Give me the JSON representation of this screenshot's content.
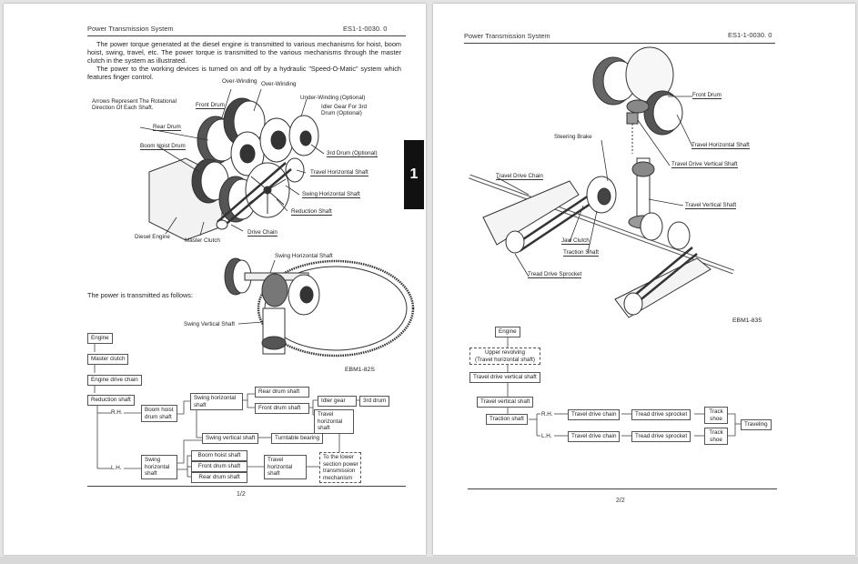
{
  "page1": {
    "header_title": "Power Transmission System",
    "doc_code": "ES1-1-0030. 0",
    "paragraph1": "The power torque generated at the diesel engine is transmitted to various mechanisms for hoist, boom hoist, swing, travel, etc. The power torque is transmitted to the various mechanisms through the master clutch in the system as illustrated.",
    "paragraph2": "The power to the working devices is turned on and off by a hydraulic \"Speed-O-Matic\" system which features finger control.",
    "section_tab": "1",
    "illustration1_labels": {
      "over_winding_1": "Over-Winding",
      "over_winding_2": "Over-Winding",
      "arrows_note_1": "Arrows Represent The Rotational",
      "arrows_note_2": "Direction Of Each Shaft.",
      "front_drum": "Front Drum",
      "under_winding": "Under-Winding (Optional)",
      "idler_gear_1": "Idler Gear For 3rd",
      "idler_gear_2": "Drum (Optional)",
      "rear_drum": "Rear Drum",
      "boom_hoist_drum": "Boom Hoist Drum",
      "third_drum": "3rd Drum (Optional)",
      "travel_horizontal_shaft": "Travel Horizontal Shaft",
      "swing_horizontal_shaft": "Swing Horizontal Shaft",
      "reduction_shaft": "Reduction Shaft",
      "drive_chain": "Drive Chain",
      "diesel_engine": "Diesel Engine",
      "master_clutch": "Master Clutch"
    },
    "illustration2_labels": {
      "swing_horizontal_shaft": "Swing Horizontal Shaft",
      "swing_vertical_shaft": "Swing Vertical Shaft"
    },
    "figure_code": "EBM1-82S",
    "transmitted_text": "The power is transmitted as follows:",
    "flow": {
      "engine": "Engine",
      "master_clutch": "Master clutch",
      "engine_drive_chain": "Engine drive chain",
      "reduction_shaft": "Reduction shaft",
      "rh": "R.H.",
      "lh": "L.H.",
      "boom_hoist_drum_shaft_1": "Boom hoist",
      "boom_hoist_drum_shaft_2": "drum shaft",
      "swing_horizontal_shaft_1": "Swing horizontal",
      "swing_horizontal_shaft_2": "shaft",
      "rear_drum_shaft": "Rear drum shaft",
      "front_drum_shaft": "Front drum shaft",
      "idler_gear": "Idler gear",
      "third_drum": "3rd drum",
      "travel_horizontal_shaft_1": "Travel",
      "travel_horizontal_shaft_2": "horizontal",
      "travel_horizontal_shaft_3": "shaft",
      "swing_vertical_shaft": "Swing vertical shaft",
      "turntable_bearing": "Turntable bearing",
      "lh_swing_1": "Swing",
      "lh_swing_2": "horizontal",
      "lh_swing_3": "shaft",
      "boom_hoist_shaft": "Boom hoist shaft",
      "lh_front_drum_shaft": "Front drum shaft",
      "lh_rear_drum_shaft": "Rear drum shaft",
      "lh_travel_1": "Travel",
      "lh_travel_2": "horizontal",
      "lh_travel_3": "shaft",
      "lower_1": "To the lower",
      "lower_2": "section power",
      "lower_3": "transmission",
      "lower_4": "mechanism"
    },
    "page_number": "1/2"
  },
  "page2": {
    "header_title": "Power Transmission System",
    "doc_code": "ES1-1-0030. 0",
    "illustration_labels": {
      "front_drum": "Front Drum",
      "steering_brake": "Steering Brake",
      "travel_horizontal_shaft": "Travel Horizontal Shaft",
      "travel_drive_vertical_shaft": "Travel Drive Vertical Shaft",
      "travel_drive_chain": "Travel Drive Chain",
      "travel_vertical_shaft": "Travel Vertical Shaft",
      "jaw_clutch": "Jaw Clutch",
      "traction_shaft": "Traction Shaft",
      "tread_drive_sprocket": "Tread Drive Sprocket"
    },
    "figure_code": "EBM1-835",
    "flow": {
      "engine": "Engine",
      "upper_1": "Upper revolving",
      "upper_2": "(Travel horizontal shaft)",
      "travel_drive_vertical_shaft": "Travel drive vertical shaft",
      "travel_vertical_shaft": "Travel vertical shaft",
      "traction_shaft": "Traction shaft",
      "rh": "R.H.",
      "lh": "L.H.",
      "rh_chain": "Travel drive chain",
      "rh_sprocket": "Tread drive sprocket",
      "rh_shoe_1": "Track",
      "rh_shoe_2": "shoe",
      "lh_chain": "Travel drive chain",
      "lh_sprocket": "Tread drive sprocket",
      "lh_shoe_1": "Track",
      "lh_shoe_2": "shoe",
      "traveling": "Traveling"
    },
    "page_number": "2/2"
  }
}
